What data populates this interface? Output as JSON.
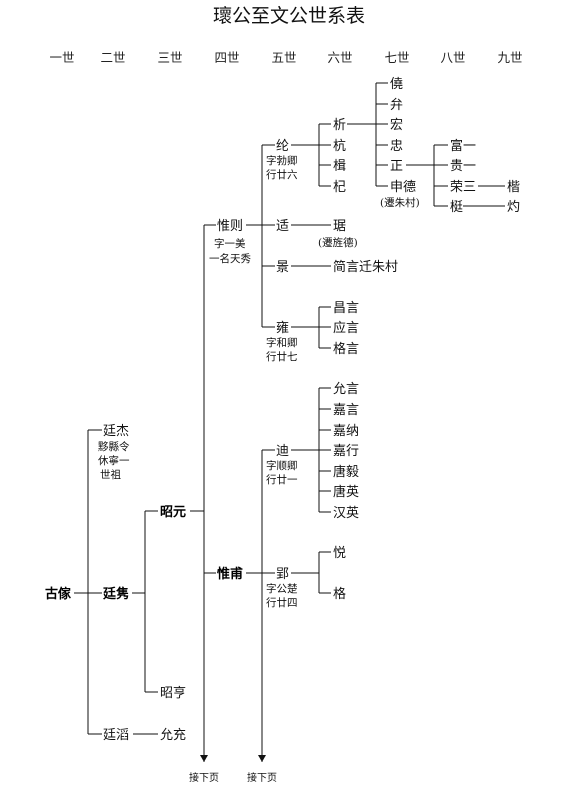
{
  "title": "瓌公至文公世系表",
  "generations": [
    "一世",
    "二世",
    "三世",
    "四世",
    "五世",
    "六世",
    "七世",
    "八世",
    "九世"
  ],
  "persons": {
    "gu_hui": "古傢",
    "ting_jie": "廷杰",
    "ting_jie_note1": "黟縣令",
    "ting_jie_note2": "休寧一",
    "ting_jie_note3": "世祖",
    "ting_juan": "廷隽",
    "ting_tao": "廷滔",
    "yun_chong": "允充",
    "zhao_yuan": "昭元",
    "zhao_heng": "昭亨",
    "wei_ze": "惟则",
    "wei_ze_note1": "字一美",
    "wei_ze_note2": "一名天秀",
    "wei_fu": "惟甫",
    "lun": "纶",
    "lun_note1": "字勃卿",
    "lun_note2": "行廿六",
    "shi": "适",
    "jing": "景",
    "yong": "雍",
    "yong_note1": "字和卿",
    "yong_note2": "行廿七",
    "di": "迪",
    "di_note1": "字顺卿",
    "di_note2": "行廿一",
    "ying": "郢",
    "ying_note1": "字公楚",
    "ying_note2": "行廿四",
    "xi": "析",
    "hang": "杭",
    "ji": "楫",
    "qi": "杞",
    "ju": "琚",
    "ju_note": "(遷旌德)",
    "jian_yan": "简言迁朱村",
    "chang_yan": "昌言",
    "ying_yan": "应言",
    "ge_yan": "格言",
    "yun_yan": "允言",
    "jia_yan": "嘉言",
    "jia_na": "嘉纳",
    "jia_xing": "嘉行",
    "tang_yi": "唐毅",
    "tang_ying": "唐英",
    "han_ying": "汉英",
    "yue": "悦",
    "ge": "格",
    "rao": "僥",
    "bian": "弁",
    "hong": "宏",
    "zhong": "忠",
    "zheng": "正",
    "shen_de": "申德",
    "shen_de_note": "(遷朱村)",
    "fu_yi": "富一",
    "gui_yi": "贵一",
    "rong_san": "荣三",
    "ting_8": "梃",
    "kai": "楷",
    "zhuo": "灼"
  },
  "continue_notes": [
    "接下页",
    "接下页"
  ]
}
